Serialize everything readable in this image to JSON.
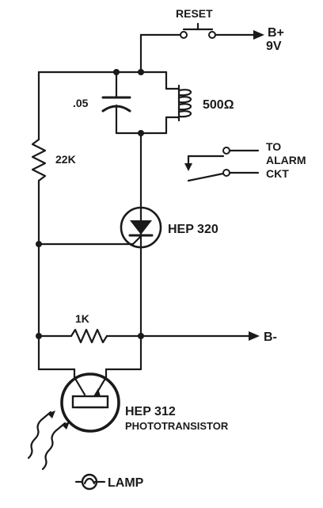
{
  "labels": {
    "reset": "RESET",
    "b_plus": "B+",
    "voltage": "9V",
    "capacitor": ".05",
    "coil": "500Ω",
    "r1": "22K",
    "alarm_1": "TO",
    "alarm_2": "ALARM",
    "alarm_3": "CKT",
    "scr": "HEP 320",
    "r2": "1K",
    "b_minus": "B-",
    "photo_part": "HEP 312",
    "photo_desc": "PHOTOTRANSISTOR",
    "lamp": "LAMP"
  },
  "colors": {
    "ink": "#1a1a1a",
    "paper": "#ffffff"
  }
}
